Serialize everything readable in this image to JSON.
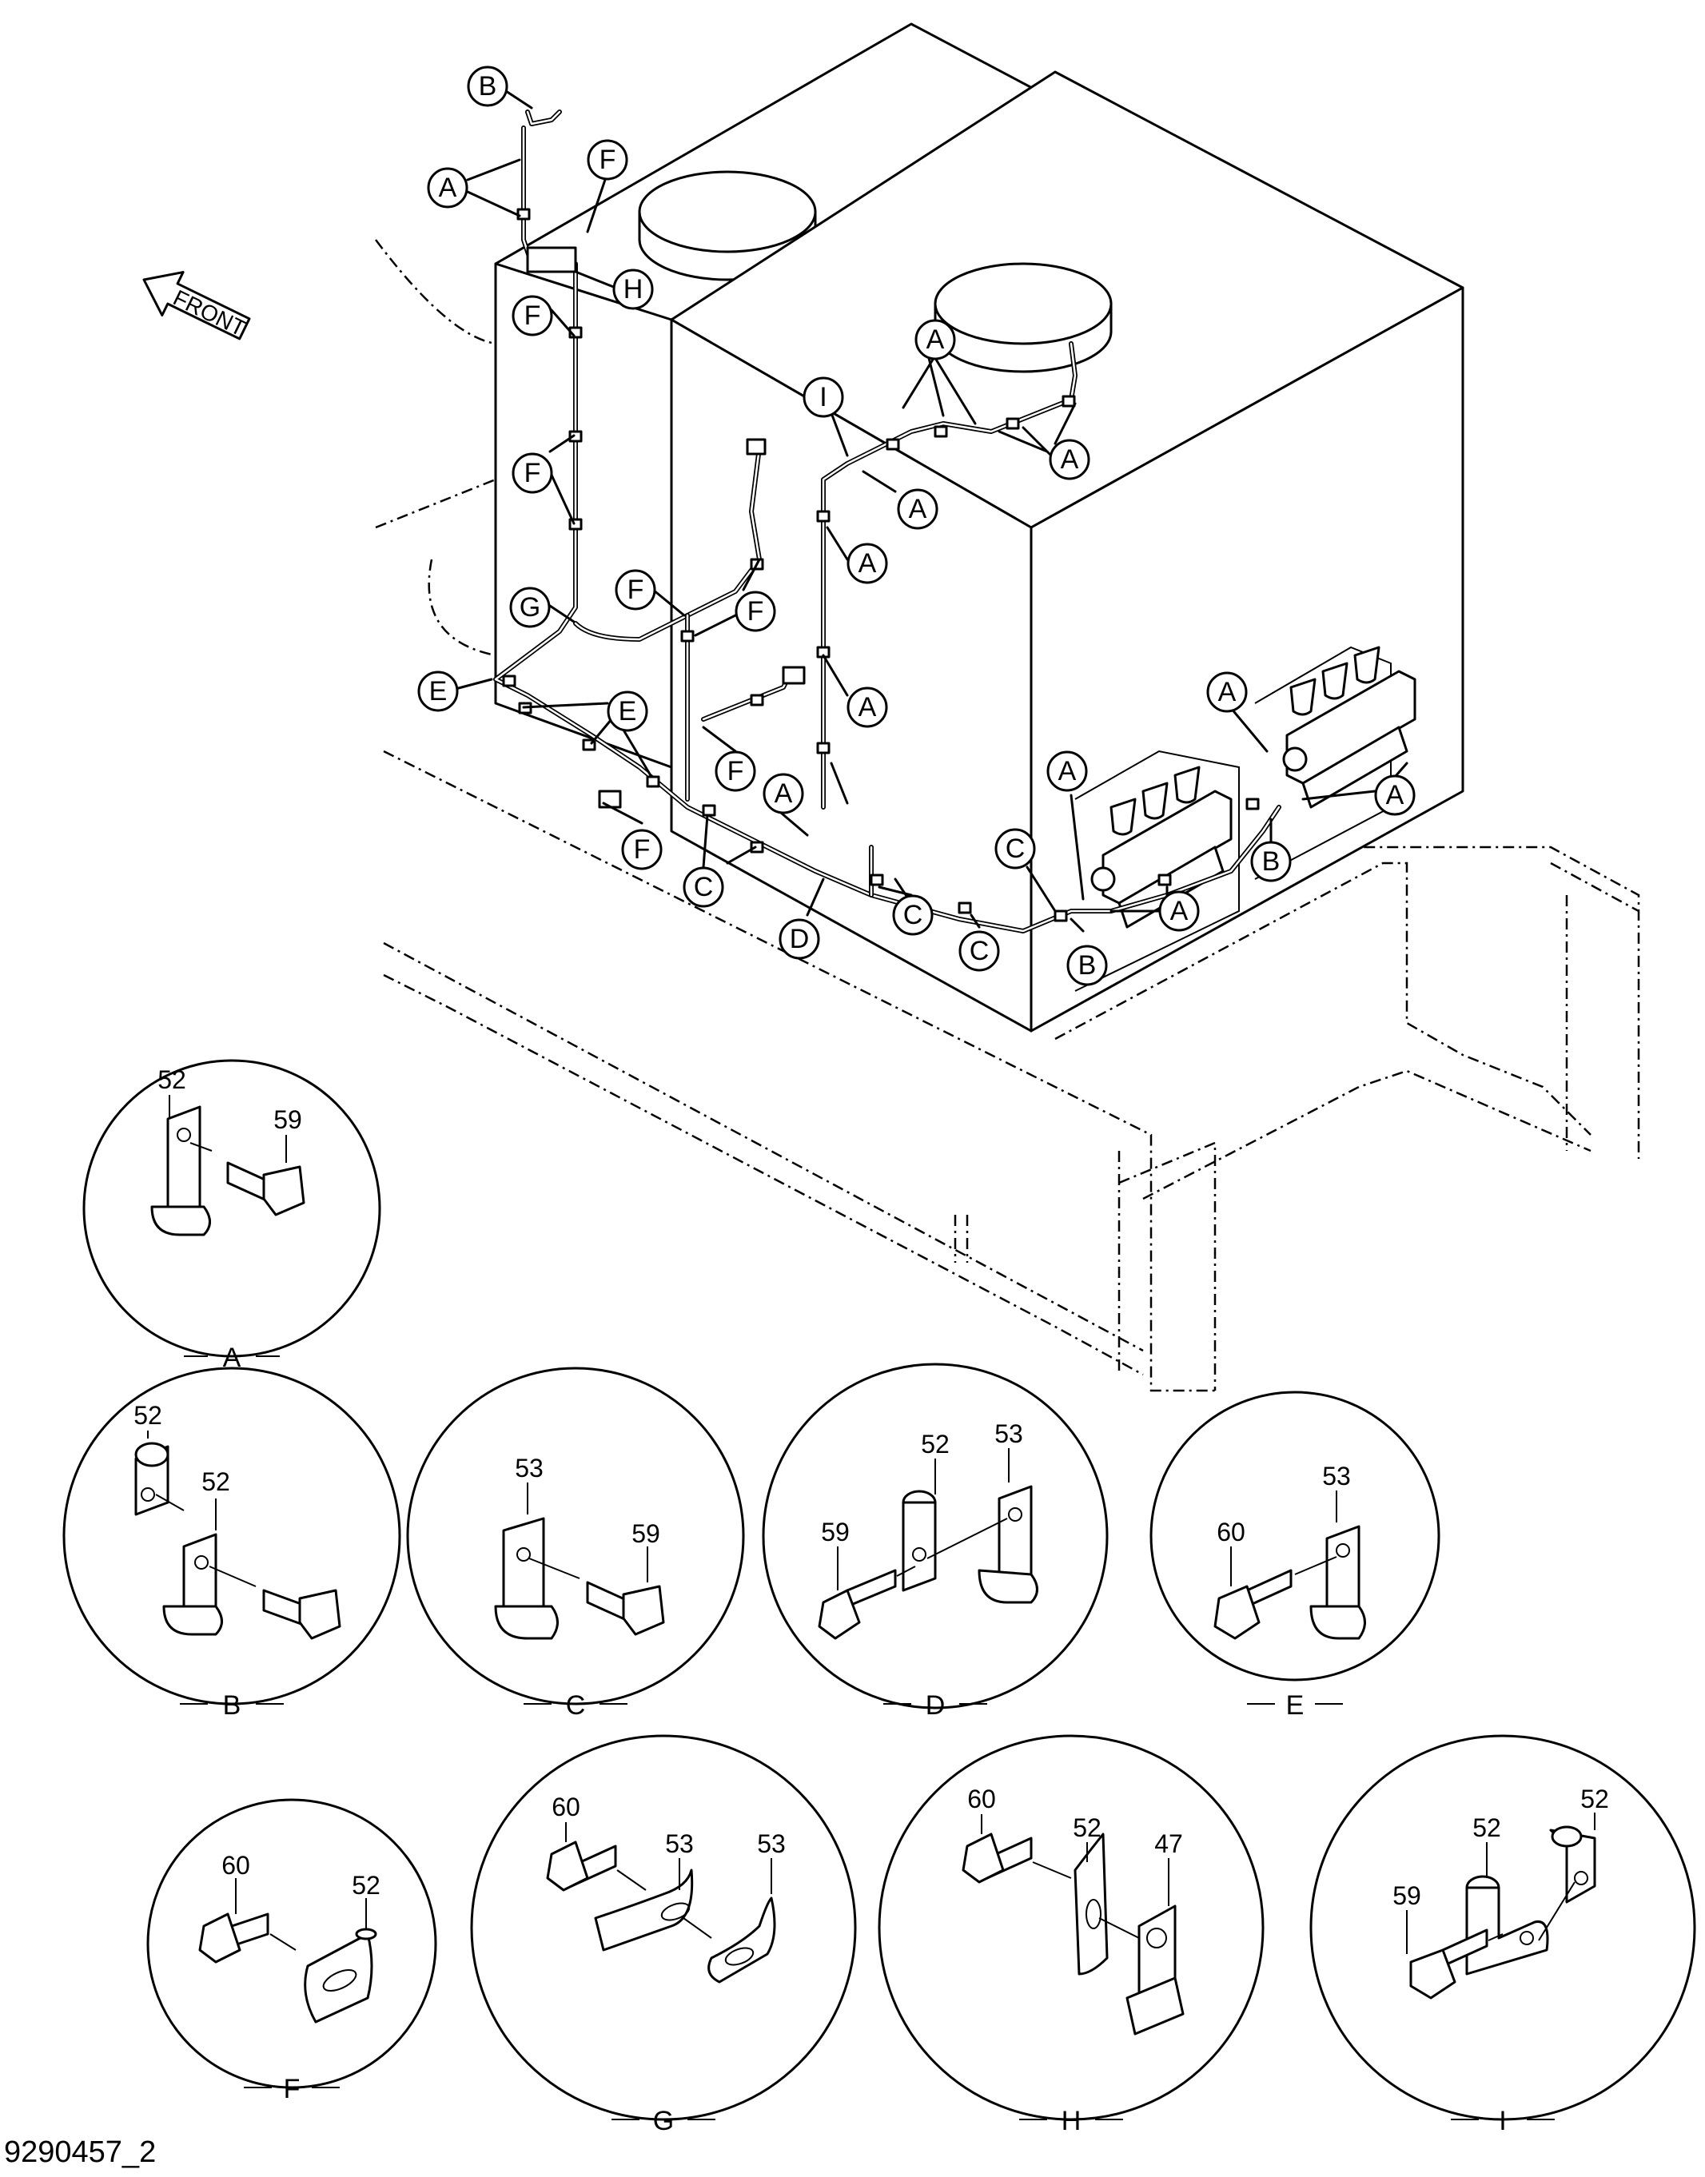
{
  "direction_label": "FRONT",
  "drawing_number": "9290457_2",
  "callouts": [
    "A",
    "B",
    "C",
    "D",
    "E",
    "F",
    "G",
    "H",
    "I"
  ],
  "details": [
    {
      "id": "A",
      "parts": [
        "52",
        "59"
      ]
    },
    {
      "id": "B",
      "parts": [
        "52",
        "52"
      ]
    },
    {
      "id": "C",
      "parts": [
        "53",
        "59"
      ]
    },
    {
      "id": "D",
      "parts": [
        "52",
        "53",
        "59"
      ]
    },
    {
      "id": "E",
      "parts": [
        "60",
        "53"
      ]
    },
    {
      "id": "F",
      "parts": [
        "60",
        "52"
      ]
    },
    {
      "id": "G",
      "parts": [
        "60",
        "53",
        "53"
      ]
    },
    {
      "id": "H",
      "parts": [
        "60",
        "52",
        "47"
      ]
    },
    {
      "id": "I",
      "parts": [
        "52",
        "52",
        "59"
      ]
    }
  ]
}
